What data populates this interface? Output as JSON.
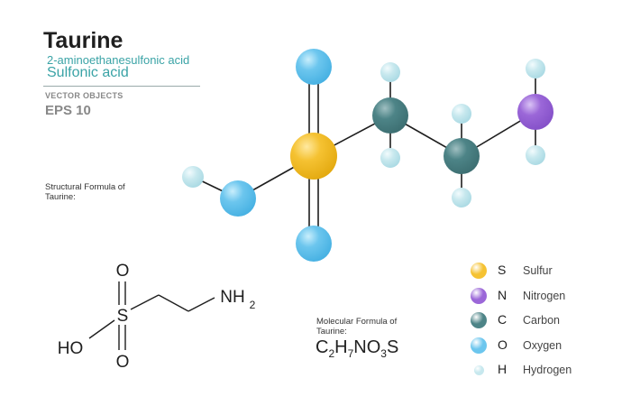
{
  "header": {
    "title": "Taurine",
    "subtitle1": "2-aminoethanesulfonic acid",
    "subtitle2": "Sulfonic acid",
    "vector_label": "VECTOR OBJECTS",
    "eps_label": "EPS 10"
  },
  "structural": {
    "label": "Structural  Formula of Taurine:",
    "o_top": "O",
    "o_bottom": "O",
    "s": "S",
    "ho": "HO",
    "nh": "NH",
    "nh_sub": "2"
  },
  "molecular": {
    "label": "Molecular Formula of Taurine:",
    "c": "C",
    "c_n": "2",
    "h": "H",
    "h_n": "7",
    "no": "NO",
    "o_n": "3",
    "s": "S"
  },
  "colors": {
    "sulfur": "#f5c232",
    "nitrogen": "#9b67d8",
    "carbon": "#4d8487",
    "oxygen": "#6cc6ee",
    "hydrogen": "#c7e8ee"
  },
  "legend": [
    {
      "symbol": "S",
      "name": "Sulfur",
      "color": "#f5c232",
      "size": "large"
    },
    {
      "symbol": "N",
      "name": "Nitrogen",
      "color": "#9b67d8",
      "size": "large"
    },
    {
      "symbol": "C",
      "name": "Carbon",
      "color": "#4d8487",
      "size": "large"
    },
    {
      "symbol": "O",
      "name": "Oxygen",
      "color": "#6cc6ee",
      "size": "large"
    },
    {
      "symbol": "H",
      "name": "Hydrogen",
      "color": "#c7e8ee",
      "size": "small"
    }
  ]
}
